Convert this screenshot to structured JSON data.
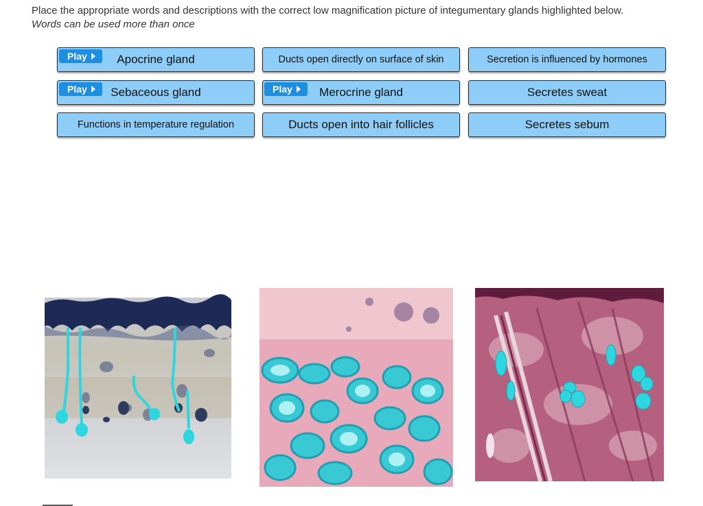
{
  "instructions": {
    "main": "Place the appropriate words and descriptions with the correct low magnification picture of integumentary glands highlighted below.",
    "sub": "Words can be used more than once"
  },
  "play_label": "Play",
  "tiles": [
    {
      "label": "Apocrine gland",
      "has_play": true
    },
    {
      "label": "Ducts open directly on surface of skin",
      "has_play": false
    },
    {
      "label": "Secretion is influenced by hormones",
      "has_play": false
    },
    {
      "label": "Sebaceous gland",
      "has_play": true
    },
    {
      "label": "Merocrine gland",
      "has_play": true
    },
    {
      "label": "Secretes sweat",
      "has_play": false
    },
    {
      "label": "Functions in temperature regulation",
      "has_play": false
    },
    {
      "label": "Ducts open into hair follicles",
      "has_play": false
    },
    {
      "label": "Secretes sebum",
      "has_play": false
    }
  ],
  "colors": {
    "tile_bg": "#8ecdf7",
    "play_bg": "#1e8fe0",
    "highlight": "#2ed6e0",
    "stain_pink": "#e8a9bb",
    "stain_dark": "#1d2a55"
  }
}
